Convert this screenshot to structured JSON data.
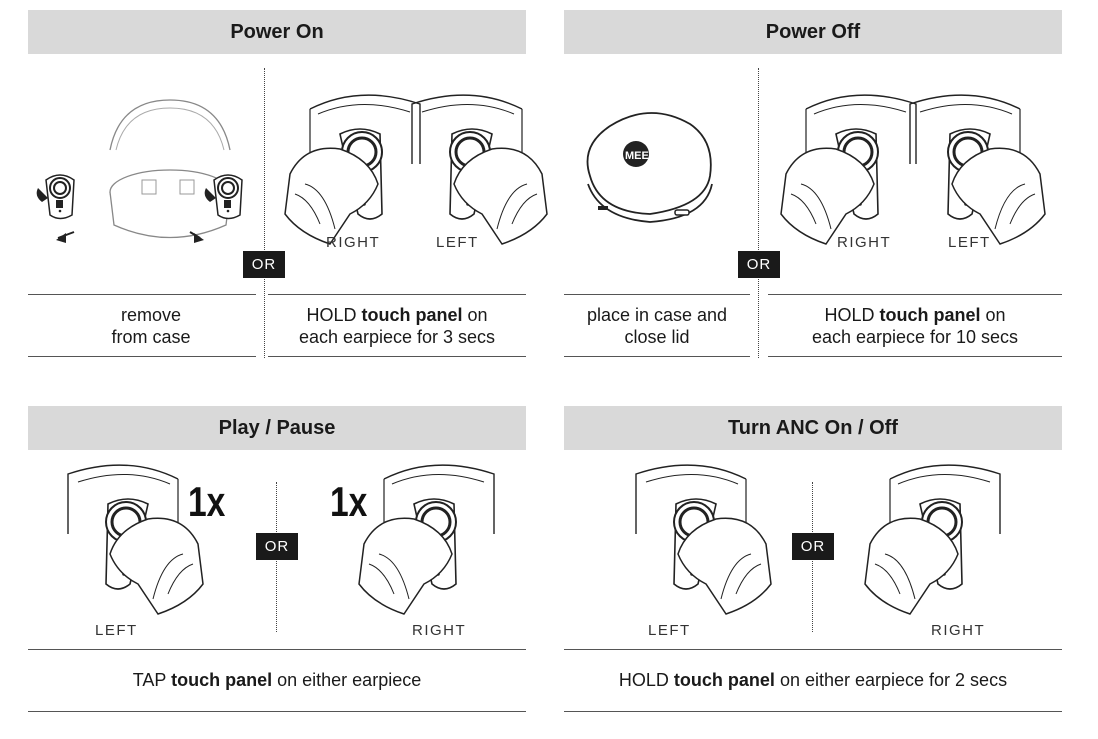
{
  "panels": {
    "power_on": {
      "title": "Power On",
      "or": "OR",
      "label_right": "RIGHT",
      "label_left": "LEFT",
      "caption_left_l1": "remove",
      "caption_left_l2": "from case",
      "caption_right_pre": "HOLD ",
      "caption_right_bold": "touch panel",
      "caption_right_post": " on",
      "caption_right_l2": "each earpiece for 3 secs"
    },
    "power_off": {
      "title": "Power Off",
      "or": "OR",
      "label_right": "RIGHT",
      "label_left": "LEFT",
      "brand": "MEE",
      "caption_left_l1": "place in case and",
      "caption_left_l2": "close lid",
      "caption_right_pre": "HOLD ",
      "caption_right_bold": "touch panel",
      "caption_right_post": " on",
      "caption_right_l2": "each earpiece for 10 secs"
    },
    "play_pause": {
      "title": "Play / Pause",
      "or": "OR",
      "tap_count_left": "1x",
      "tap_count_right": "1x",
      "label_left": "LEFT",
      "label_right": "RIGHT",
      "caption_pre": "TAP ",
      "caption_bold": "touch panel",
      "caption_post": " on either earpiece"
    },
    "anc": {
      "title": "Turn ANC On / Off",
      "or": "OR",
      "label_left": "LEFT",
      "label_right": "RIGHT",
      "caption_pre": "HOLD ",
      "caption_bold": "touch panel",
      "caption_post": " on either earpiece for 2 secs"
    }
  }
}
